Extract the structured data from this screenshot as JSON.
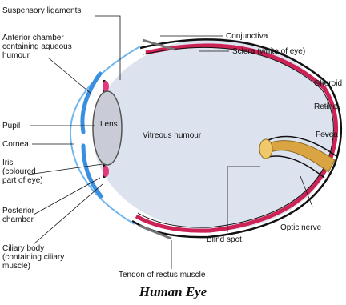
{
  "caption": "Human Eye",
  "labels": {
    "suspensory_ligaments": "Suspensory ligaments",
    "anterior_chamber_1": "Anterior chamber",
    "anterior_chamber_2": "containing aqueous",
    "anterior_chamber_3": "humour",
    "pupil": "Pupil",
    "cornea": "Cornea",
    "iris_1": "Iris",
    "iris_2": "(coloured",
    "iris_3": "part of eye)",
    "posterior_chamber_1": "Posterior",
    "posterior_chamber_2": "chamber",
    "ciliary_body_1": "Ciliary body",
    "ciliary_body_2": "(containing ciliary",
    "ciliary_body_3": "muscle)",
    "lens": "Lens",
    "vitreous_humour": "Vitreous humour",
    "conjunctiva": "Conjunctiva",
    "sclera": "Sclera (white of eye)",
    "choroid": "Choroid",
    "retina": "Retina",
    "fovea": "Fovea",
    "optic_nerve": "Optic nerve",
    "blind_spot": "Blind spot",
    "tendon": "Tendon of rectus muscle"
  },
  "colors": {
    "vitreous": "#dde3ee",
    "choroid": "#cc2255",
    "sclera": "#111111",
    "cornea": "#3a8fe0",
    "lens": "#c9ccd6",
    "nerve": "#d9a441"
  }
}
